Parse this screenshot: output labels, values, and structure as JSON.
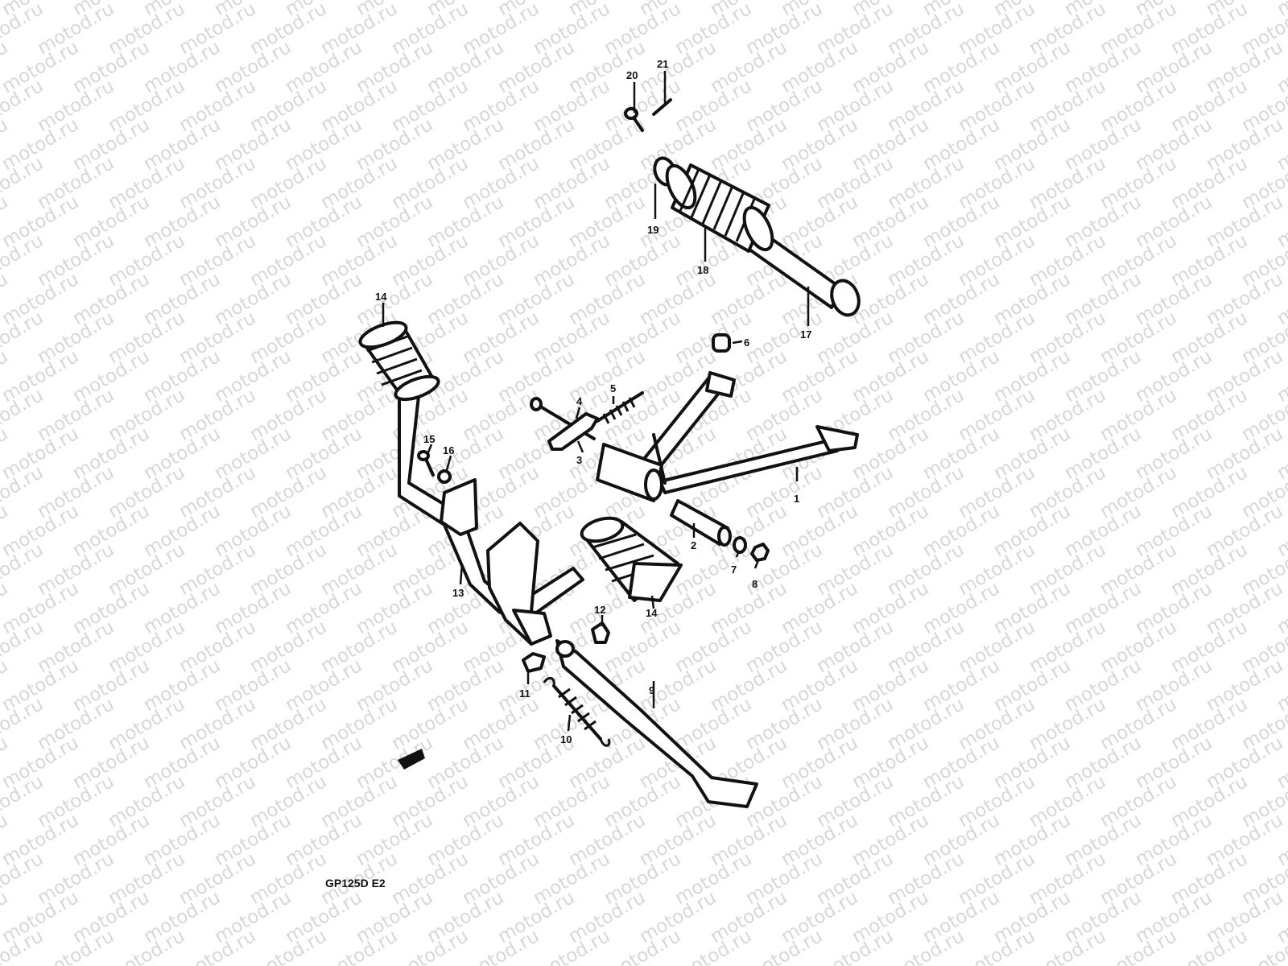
{
  "watermark": {
    "text": "motod.ru",
    "color": "#d7d7d7"
  },
  "diagram": {
    "model_label": "GP125D E2",
    "callouts": [
      "1",
      "2",
      "3",
      "4",
      "5",
      "6",
      "7",
      "8",
      "9",
      "10",
      "11",
      "12",
      "13",
      "14",
      "14",
      "15",
      "16",
      "17",
      "18",
      "19",
      "20",
      "21"
    ]
  }
}
